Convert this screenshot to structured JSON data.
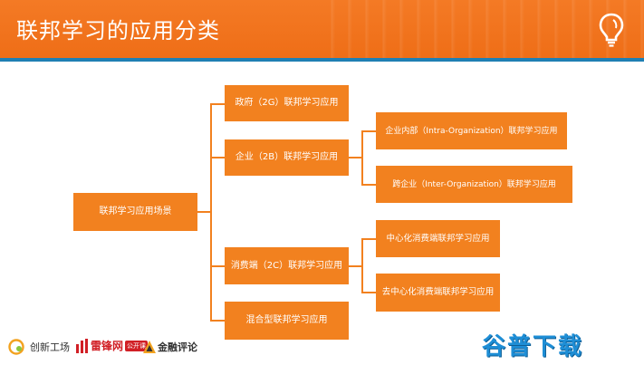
{
  "header": {
    "title": "联邦学习的应用分类",
    "logo_icon": "lightbulb-icon"
  },
  "diagram": {
    "root": "联邦学习应用场景",
    "level1": [
      "政府（2G）联邦学习应用",
      "企业（2B）联邦学习应用",
      "消费端（2C）联邦学习应用",
      "混合型联邦学习应用"
    ],
    "enterprise_children": [
      "企业内部（Intra-Organization）联邦学习应用",
      "跨企业（Inter-Organization）联邦学习应用"
    ],
    "consumer_children": [
      "中心化消费端联邦学习应用",
      "去中心化消费端联邦学习应用"
    ]
  },
  "footer": {
    "logo1": "创新工场",
    "logo2": "雷锋网",
    "logo2_badge": "公开课",
    "logo3": "金融评论",
    "watermark": "谷普下载"
  },
  "colors": {
    "header": "#f47a25",
    "header_underline": "#1f7fb3",
    "box": "#f2811f",
    "watermark": "#1e8ed6"
  }
}
